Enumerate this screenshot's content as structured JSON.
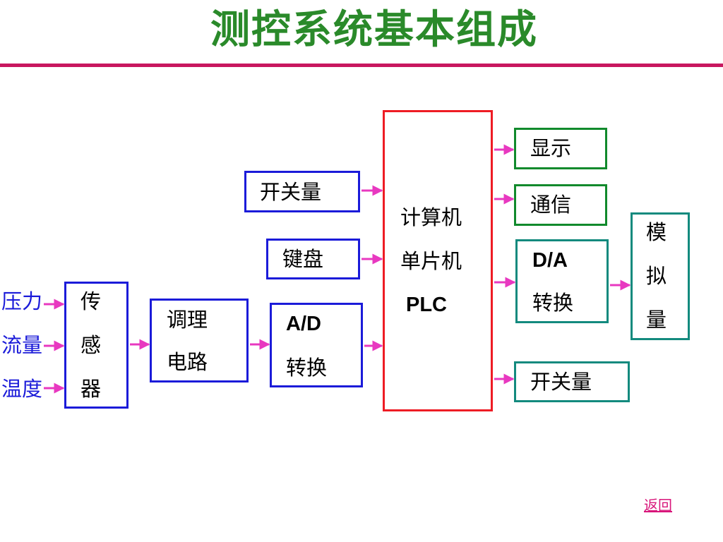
{
  "title": "测控系统基本组成",
  "inputs": [
    "压力",
    "流量",
    "温度"
  ],
  "sensor": [
    "传",
    "感",
    "器"
  ],
  "conditioning": [
    "调理",
    "电路"
  ],
  "ad": [
    "A/D",
    "转换"
  ],
  "switch_in": "开关量",
  "keyboard": "键盘",
  "cpu": [
    "计算机",
    "单片机",
    "PLC"
  ],
  "display": "显示",
  "comm": "通信",
  "da": [
    "D/A",
    "转换"
  ],
  "analog": [
    "模",
    "拟",
    "量"
  ],
  "switch_out": "开关量",
  "back_link": "返回",
  "colors": {
    "title": "#2a8a2a",
    "rule": "#c8175f",
    "arrow": "#e838c0",
    "blue_box": "#1b1bd9",
    "red_box": "#ee1c24",
    "green_box": "#118a2c",
    "teal_box": "#138a7e"
  }
}
